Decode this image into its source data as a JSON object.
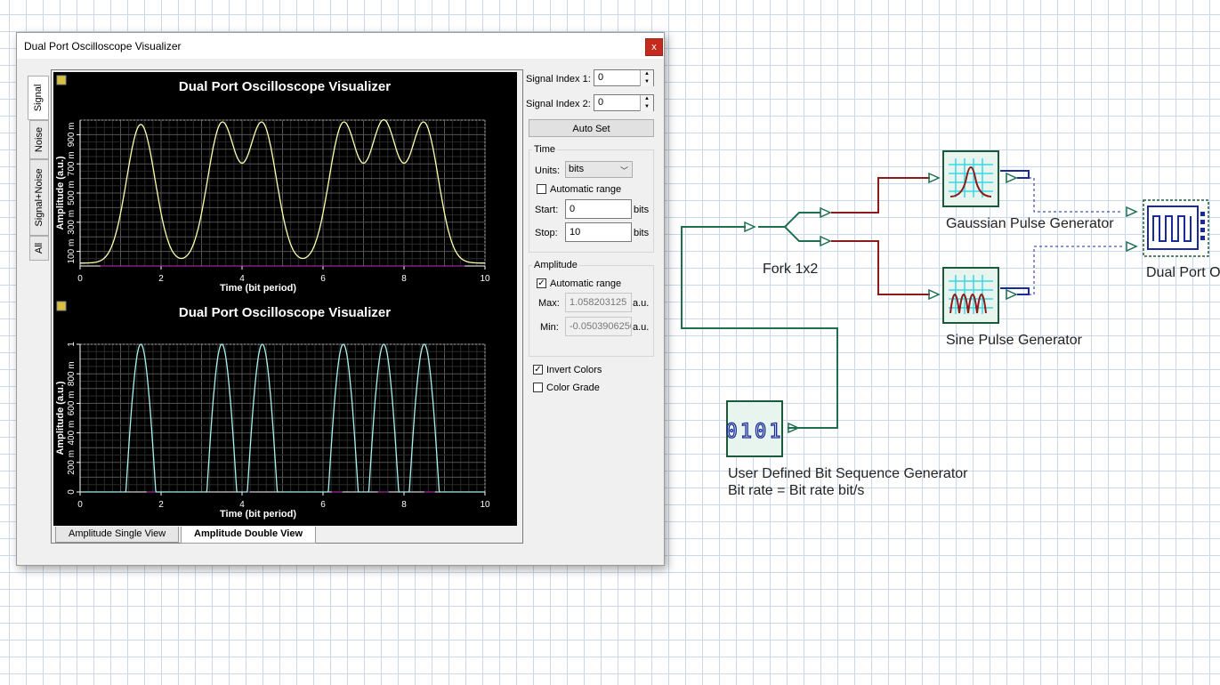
{
  "dialog": {
    "title": "Dual Port Oscilloscope Visualizer",
    "close_glyph": "x",
    "side_tabs": [
      "Signal",
      "Noise",
      "Signal+Noise",
      "All"
    ],
    "bottom_tabs": [
      "Amplitude Single View",
      "Amplitude Double View"
    ],
    "active_bottom_tab": "Amplitude Double View",
    "panel": {
      "signal_index_1_label": "Signal Index 1:",
      "signal_index_1_value": "0",
      "signal_index_2_label": "Signal Index 2:",
      "signal_index_2_value": "0",
      "auto_set_label": "Auto Set",
      "time_group": "Time",
      "units_label": "Units:",
      "units_value": "bits",
      "time_auto_range_label": "Automatic range",
      "start_label": "Start:",
      "start_value": "0",
      "start_unit": "bits",
      "stop_label": "Stop:",
      "stop_value": "10",
      "stop_unit": "bits",
      "amplitude_group": "Amplitude",
      "amp_auto_range_label": "Automatic range",
      "max_label": "Max:",
      "max_value": "1.058203125",
      "max_unit": "a.u.",
      "min_label": "Min:",
      "min_value": "-0.0503906250",
      "min_unit": "a.u.",
      "invert_colors_label": "Invert Colors",
      "color_grade_label": "Color Grade"
    }
  },
  "chart_data": [
    {
      "type": "line",
      "title": "Dual Port Oscilloscope Visualizer",
      "xlabel": "Time (bit period)",
      "ylabel": "Amplitude (a.u.)",
      "x_ticks": [
        "0",
        "2",
        "4",
        "6",
        "8",
        "10"
      ],
      "y_ticks": [
        "100 m",
        "300 m",
        "500 m",
        "700 m",
        "900 m"
      ],
      "xlim": [
        0,
        10
      ],
      "ylim": [
        0,
        1.0
      ],
      "grid": true,
      "series_color": "#ffffb0",
      "series": [
        {
          "pulse_centers": [
            1.5,
            3.5,
            4.5,
            6.5,
            7.5,
            8.5
          ],
          "pulse_width_sigma": 0.35,
          "pulse_height": 0.95
        }
      ]
    },
    {
      "type": "line",
      "title": "Dual Port Oscilloscope Visualizer",
      "xlabel": "Time (bit period)",
      "ylabel": "Amplitude (a.u.)",
      "x_ticks": [
        "0",
        "2",
        "4",
        "6",
        "8",
        "10"
      ],
      "y_ticks": [
        "0",
        "200 m",
        "400 m",
        "600 m",
        "800 m",
        "1"
      ],
      "xlim": [
        0,
        10
      ],
      "ylim": [
        0,
        1.0
      ],
      "grid": true,
      "series_color": "#a8f0ec",
      "series": [
        {
          "pulse_centers": [
            1.5,
            3.5,
            4.5,
            6.5,
            7.5,
            8.5
          ],
          "pulse_half_width": 0.37,
          "pulse_height": 1.0
        }
      ]
    }
  ],
  "diagram": {
    "components": {
      "fork": "Fork 1x2",
      "gaussian": "Gaussian Pulse Generator",
      "sine": "Sine Pulse Generator",
      "scope": "Dual Port Os",
      "bitseq_line1": "User Defined Bit Sequence Generator",
      "bitseq_line2": "Bit rate = Bit rate  bit/s"
    },
    "bitseq_icon_text": "0101",
    "colors": {
      "green_wire": "#1e6e50",
      "red_wire": "#8b1a1a",
      "blue_wire": "#1a2a9a",
      "comp_border": "#1a5a3a",
      "comp_fill": "#e8f4ee"
    }
  }
}
